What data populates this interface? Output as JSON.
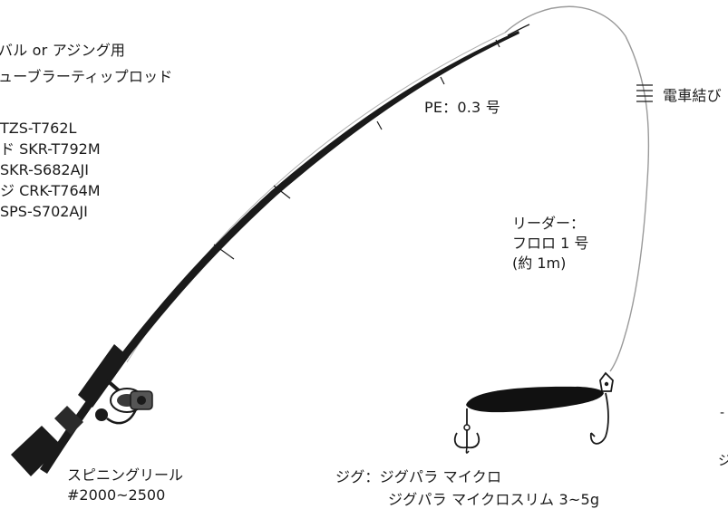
{
  "header": {
    "line1": "バル or アジング用",
    "line2": "ューブラーティップロッド"
  },
  "rod_models": [
    "TZS-T762L",
    "ド   SKR-T792M",
    "        SKR-S682AJI",
    "ジ   CRK-T764M",
    "SPS-S702AJI"
  ],
  "main_line": {
    "label": "PE：0.3 号"
  },
  "knot": {
    "label": "電車結び"
  },
  "leader": {
    "line1": "リーダー：",
    "line2": "フロロ 1 号",
    "line3": "(約 1m)"
  },
  "reel": {
    "line1": "スピニングリール",
    "line2": "#2000~2500"
  },
  "jig": {
    "line1": "ジグ：ジグパラ マイクロ",
    "line2": "ジグパラ マイクロスリム  3~5g"
  },
  "edge_marks": {
    "dash": "-",
    "glyph": "ジ"
  },
  "colors": {
    "ink": "#1a1a1a",
    "line": "#9a9a9a",
    "background": "#ffffff"
  }
}
